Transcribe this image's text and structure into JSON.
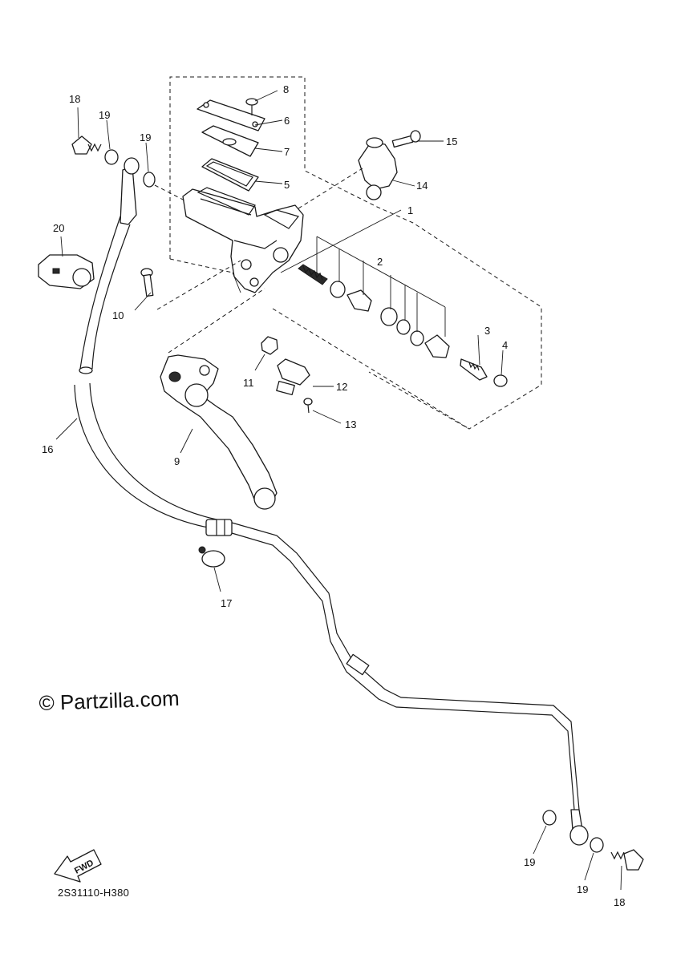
{
  "watermark": "© Partzilla.com",
  "diagram_code": "2S31110-H380",
  "fwd_label": "FWD",
  "callouts": {
    "c1": "1",
    "c2": "2",
    "c3": "3",
    "c4": "4",
    "c5": "5",
    "c6": "6",
    "c7": "7",
    "c8": "8",
    "c9": "9",
    "c10": "10",
    "c11": "11",
    "c12": "12",
    "c13": "13",
    "c14": "14",
    "c15": "15",
    "c16": "16",
    "c17": "17",
    "c18a": "18",
    "c18b": "18",
    "c19a": "19",
    "c19b": "19",
    "c19c": "19",
    "c19d": "19",
    "c20": "20"
  }
}
